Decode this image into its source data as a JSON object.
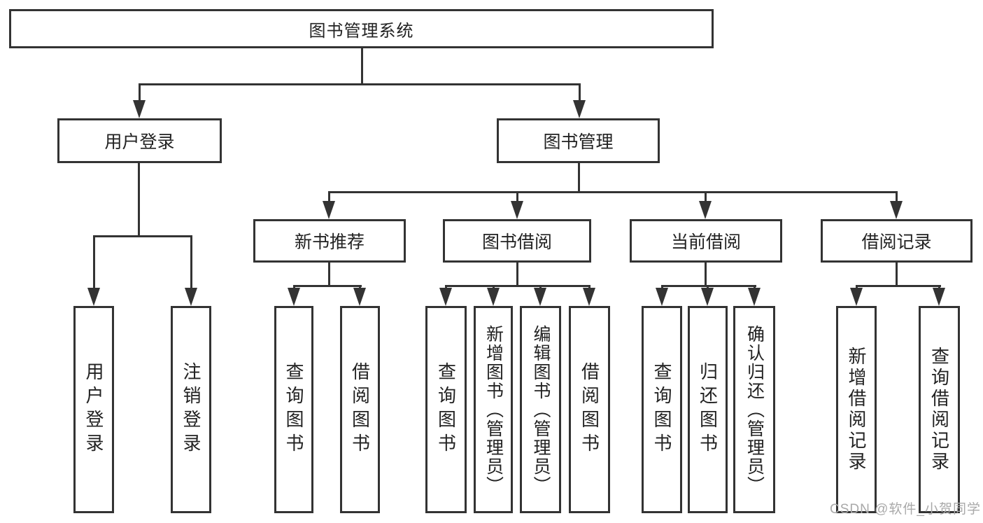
{
  "diagram": {
    "root_label": "图书管理系统",
    "branches": [
      {
        "label": "用户登录",
        "children": [
          {
            "label": "用户登录"
          },
          {
            "label": "注销登录"
          }
        ]
      },
      {
        "label": "图书管理",
        "sections": [
          {
            "label": "新书推荐",
            "children": [
              {
                "label": "查询图书"
              },
              {
                "label": "借阅图书"
              }
            ]
          },
          {
            "label": "图书借阅",
            "children": [
              {
                "label": "查询图书"
              },
              {
                "label": "新增图书（管理员）"
              },
              {
                "label": "编辑图书（管理员）"
              },
              {
                "label": "借阅图书"
              }
            ]
          },
          {
            "label": "当前借阅",
            "children": [
              {
                "label": "查询图书"
              },
              {
                "label": "归还图书"
              },
              {
                "label": "确认归还（管理员）"
              }
            ]
          },
          {
            "label": "借阅记录",
            "children": [
              {
                "label": "新增借阅记录"
              },
              {
                "label": "查询借阅记录"
              }
            ]
          }
        ]
      }
    ]
  },
  "watermark": {
    "text": "CSDN @软件_小贺同学"
  },
  "colors": {
    "line": "#333333",
    "text": "#222222",
    "watermark_text": "#a9a9a9",
    "background": "#ffffff"
  }
}
